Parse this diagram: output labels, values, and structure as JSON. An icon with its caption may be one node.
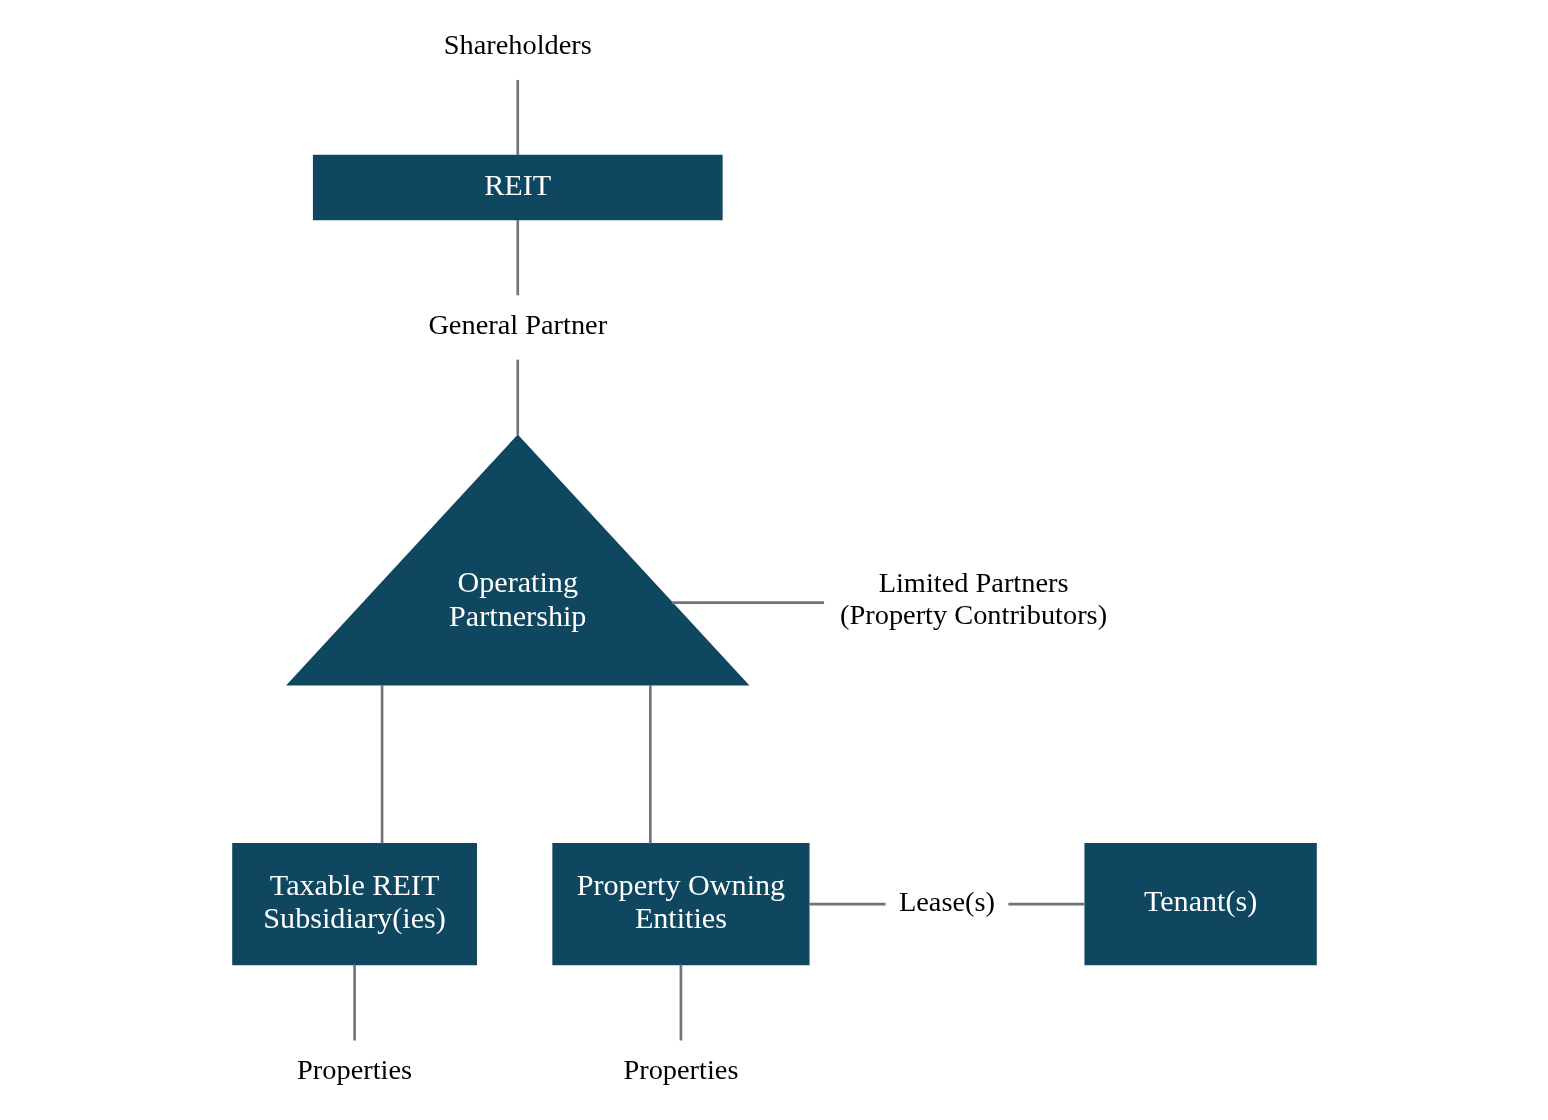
{
  "diagram": {
    "nodes": [
      {
        "text": [
          "Shareholders"
        ]
      },
      {
        "text": [
          "REIT"
        ]
      },
      {
        "text": [
          "General Partner"
        ]
      },
      {
        "text": [
          "Operating Partnership"
        ]
      },
      {
        "text": [
          "Limited Partners (Property Contributors)"
        ]
      },
      {
        "text": [
          "Taxable REIT Subsidiary(ies)"
        ]
      },
      {
        "text": [
          "Property Owning Entities"
        ]
      },
      {
        "text": [
          "Lease(s)"
        ]
      },
      {
        "text": [
          "Tenant(s)"
        ]
      },
      {
        "text": [
          "Properties"
        ]
      },
      {
        "text": [
          "Properties"
        ]
      }
    ],
    "edges": [
      {
        "from": 0,
        "to": 1,
        "arrow": "none"
      },
      {
        "from": 1,
        "to": 2,
        "arrow": "none"
      },
      {
        "from": 2,
        "to": 3,
        "arrow": "none"
      },
      {
        "from": 3,
        "to": 4,
        "arrow": "none"
      },
      {
        "from": 3,
        "to": 5,
        "arrow": "none"
      },
      {
        "from": 3,
        "to": 6,
        "arrow": "none"
      },
      {
        "from": 6,
        "to": 7,
        "arrow": "none"
      },
      {
        "from": 7,
        "to": 8,
        "arrow": "none"
      },
      {
        "from": 5,
        "to": 9,
        "arrow": "none"
      },
      {
        "from": 6,
        "to": 10,
        "arrow": "none"
      }
    ]
  }
}
